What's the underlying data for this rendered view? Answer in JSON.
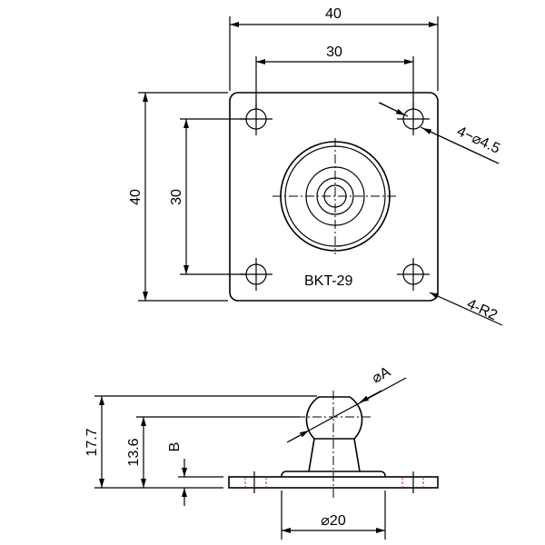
{
  "top_view": {
    "dim_width_outer": "40",
    "dim_width_holes": "30",
    "dim_height_outer": "40",
    "dim_height_holes": "30",
    "hole_callout": "4−⌀4.5",
    "radius_callout": "4-R2",
    "part_label": "BKT-29"
  },
  "side_view": {
    "ball_diameter": "⌀A",
    "dim_total_height": "17.7",
    "dim_ball_center": "13.6",
    "dim_plate_thickness": "B",
    "dim_base_diameter": "⌀20"
  }
}
